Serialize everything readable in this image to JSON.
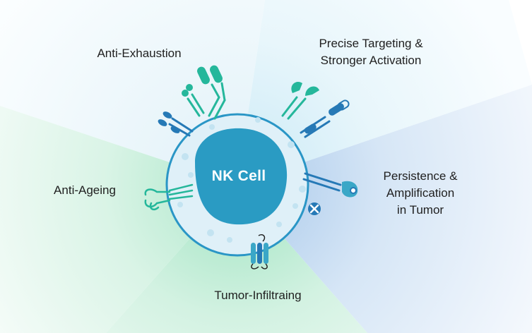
{
  "cell": {
    "label": "NK Cell"
  },
  "labels": {
    "anti_exhaustion": "Anti-Exhaustion",
    "precise_targeting": [
      "Precise Targeting &",
      "Stronger Activation"
    ],
    "persistence": [
      "Persistence &",
      "Amplification",
      "in Tumor"
    ],
    "tumor_infiltrating": "Tumor-Infiltraing",
    "anti_ageing": "Anti-Ageing"
  },
  "colors": {
    "nucleus": "#2a9bc3",
    "cell_fill": "#dff0f8",
    "cell_border": "#2a96c6",
    "receptor_green": "#25b79b",
    "receptor_blue": "#2679b6",
    "receptor_teal": "#3aa7c7"
  }
}
